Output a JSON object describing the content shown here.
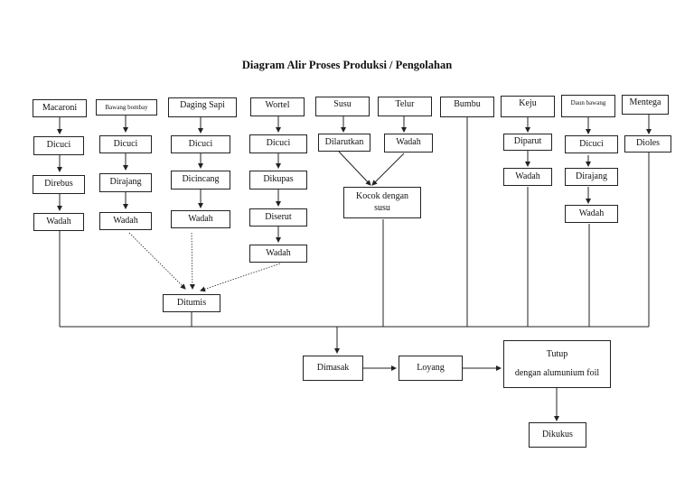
{
  "title": "Diagram Alir Proses Produksi / Pengolahan",
  "nodes": {
    "macaroni": "Macaroni",
    "macaroni_dicuci": "Dicuci",
    "macaroni_direbus": "Direbus",
    "macaroni_wadah": "Wadah",
    "bawang_bombay": "Bawang bombay",
    "bawang_dicuci": "Dicuci",
    "bawang_dirajang": "Dirajang",
    "bawang_wadah": "Wadah",
    "daging_sapi": "Daging Sapi",
    "daging_dicuci": "Dicuci",
    "daging_dicincang": "Dicincang",
    "daging_wadah": "Wadah",
    "wortel": "Wortel",
    "wortel_dicuci": "Dicuci",
    "wortel_dikupas": "Dikupas",
    "wortel_diserut": "Diserut",
    "wortel_wadah": "Wadah",
    "susu": "Susu",
    "susu_dilarutkan": "Dilarutkan",
    "telur": "Telur",
    "telur_wadah": "Wadah",
    "kocok": "Kocok dengan susu",
    "bumbu": "Bumbu",
    "keju": "Keju",
    "keju_diparut": "Diparut",
    "keju_wadah": "Wadah",
    "daun_bawang": "Daun bawang",
    "daun_dicuci": "Dicuci",
    "daun_dirajang": "Dirajang",
    "daun_wadah": "Wadah",
    "mentega": "Mentega",
    "mentega_dioles": "Dioles",
    "ditumis": "Ditumis",
    "dimasak": "Dimasak",
    "loyang": "Loyang",
    "tutup_line1": "Tutup",
    "tutup_line2": "dengan alumunium foil",
    "dikukus": "Dikukus"
  }
}
